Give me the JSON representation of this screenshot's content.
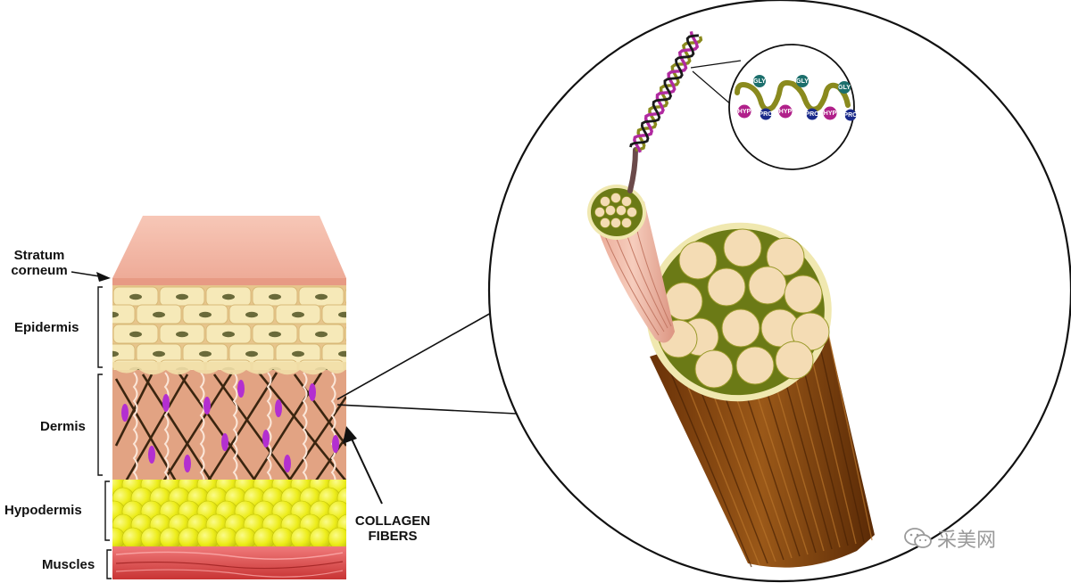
{
  "labels": {
    "stratum_corneum": [
      "Stratum",
      "corneum"
    ],
    "epidermis": "Epidermis",
    "dermis": "Dermis",
    "hypodermis": "Hypodermis",
    "muscles": "Muscles",
    "collagen_fibers": [
      "COLLAGEN",
      "FIBERS"
    ]
  },
  "amino_acids": {
    "gly": "GLY",
    "hyp": "HYP",
    "pro": "PRO"
  },
  "watermark": {
    "text": "采美网",
    "icon": "wechat-bubble-icon"
  },
  "colors": {
    "stratum_top": "#f3b7a6",
    "stratum_front": "#e8957e",
    "epidermis_cell": "#f6e9b8",
    "cell_nucleus": "#6a6a3a",
    "dermis": "#e0a080",
    "dermis_fiber": "#3a2510",
    "dermis_cell": "#b32fd0",
    "hypodermis_fat": "#f0f01e",
    "muscle": "#e05050",
    "fiber_outer": "#6b7a16",
    "fiber_bundle": "#f4dcb4",
    "bundle_body": "#8a4a12",
    "helix_purple": "#b02aa0",
    "helix_olive": "#8a8a1e",
    "helix_black": "#1a1a1a",
    "gly": "#1c6f6c",
    "hyp": "#b0208a",
    "pro": "#1a2a8a"
  }
}
